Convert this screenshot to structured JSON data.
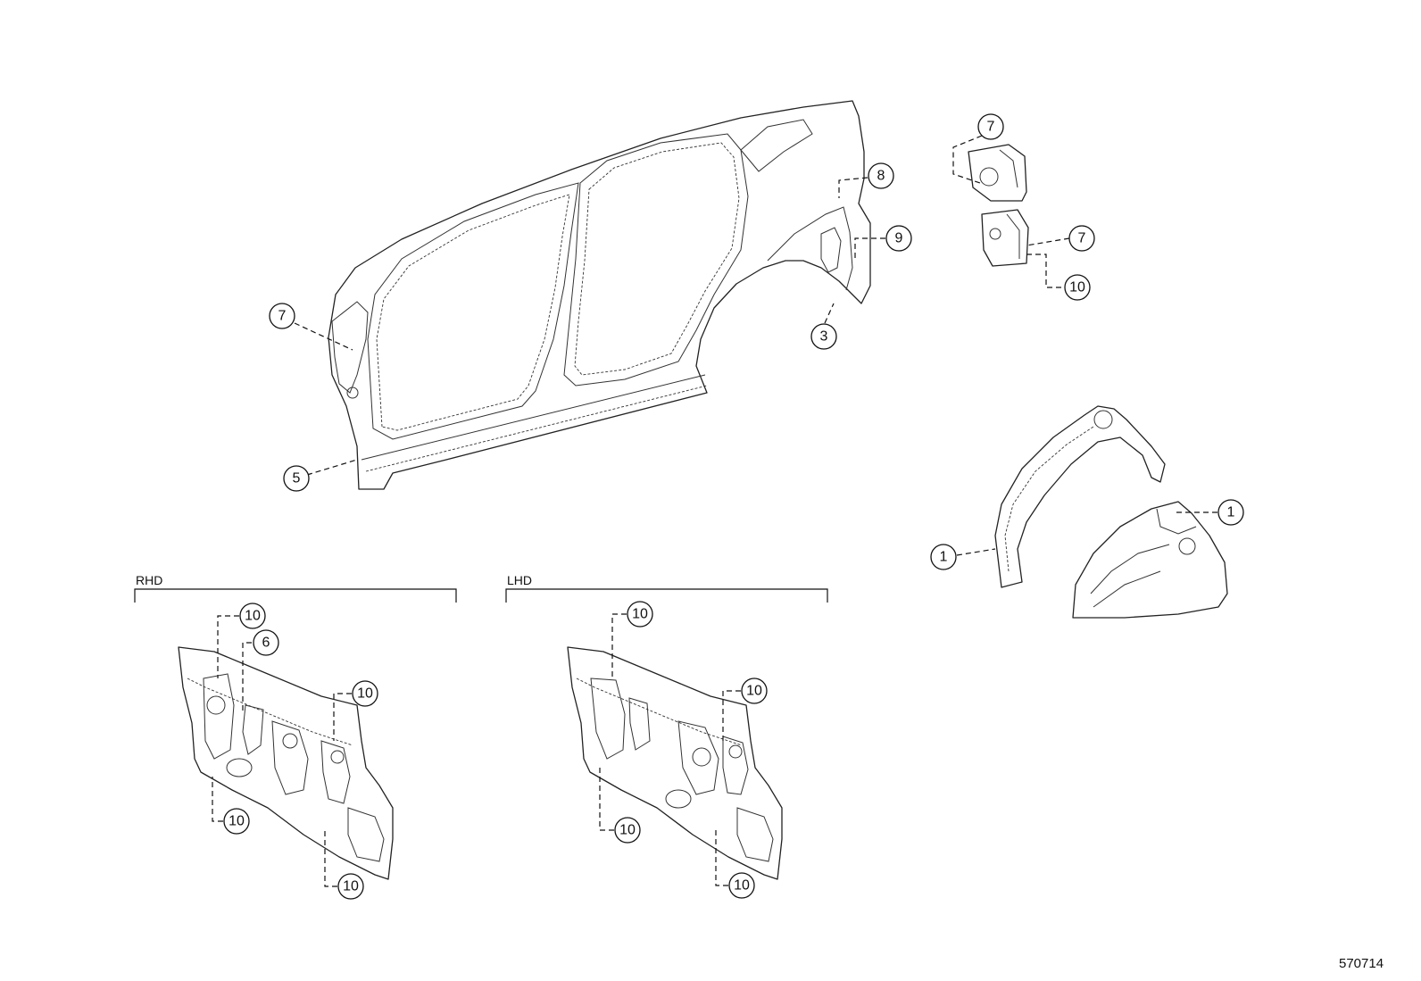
{
  "groups": {
    "rhd": "RHD",
    "lhd": "LHD"
  },
  "reference_code": "570714",
  "callouts": {
    "c7_side": "7",
    "c5": "5",
    "c8": "8",
    "c9": "9",
    "c3": "3",
    "c7_top": "7",
    "c7_mid": "7",
    "c10_upper_right": "10",
    "c1_left": "1",
    "c1_right": "1",
    "rhd_c10_top": "10",
    "rhd_c6": "6",
    "rhd_c10_right": "10",
    "rhd_c10_lower_left": "10",
    "rhd_c10_bottom": "10",
    "lhd_c10_top": "10",
    "lhd_c10_right": "10",
    "lhd_c10_lower_left": "10",
    "lhd_c10_bottom": "10"
  }
}
